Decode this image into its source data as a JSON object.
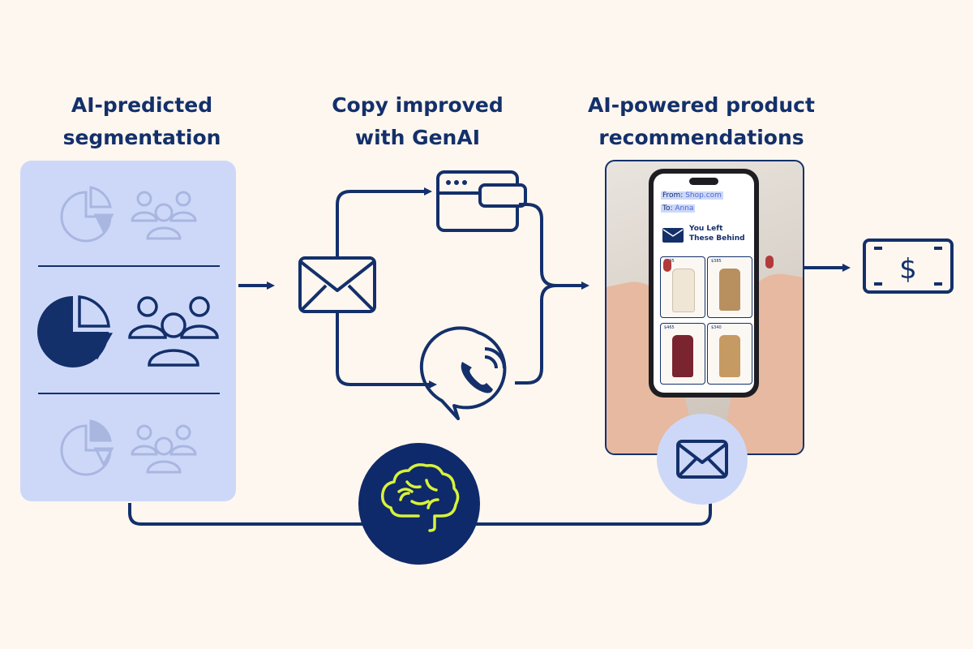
{
  "headings": {
    "segmentation": [
      "AI-predicted",
      "segmentation"
    ],
    "copy": [
      "Copy improved",
      "with GenAI"
    ],
    "recommendations": [
      "AI-powered product",
      "recommendations"
    ]
  },
  "phone_email": {
    "from_label": "From:",
    "from_value": "Shop.com",
    "to_label": "To:",
    "to_value": "Anna",
    "subject": [
      "You Left",
      "These Behind"
    ],
    "prices": [
      "$295",
      "$385",
      "$465",
      "$340"
    ]
  },
  "icons": [
    "pie-chart-icon",
    "people-group-icon",
    "arrow-right-icon",
    "envelope-icon",
    "browser-window-icon",
    "phone-chat-icon",
    "dollar-bill-icon",
    "brain-icon"
  ],
  "colors": {
    "background": "#fdf7ef",
    "navy": "#14306b",
    "panel": "#cdd8f9",
    "faded": "#a9b6e0",
    "brain_stroke": "#d8f23a",
    "brain_circle": "#0f2a6a"
  }
}
